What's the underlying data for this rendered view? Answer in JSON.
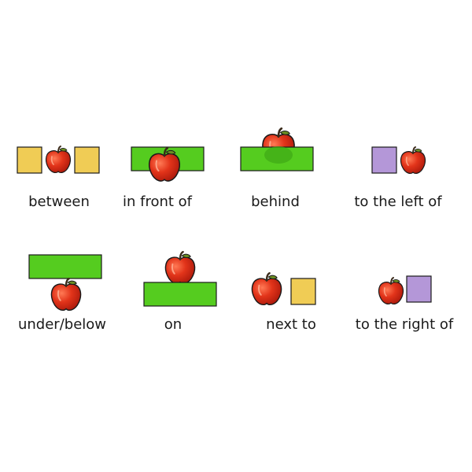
{
  "colors": {
    "yellow_box": "#f0cc55",
    "green_bar": "#55cc1f",
    "purple_box": "#b497d8",
    "apple_red": "#dd2a0e",
    "apple_dark": "#a8170a",
    "outline": "#1a1a1a"
  },
  "labels": {
    "between": "between",
    "in_front_of": "in front of",
    "behind": "behind",
    "to_the_left_of": "to the left of",
    "under_below": "under/below",
    "on": "on",
    "next_to": "next to",
    "to_the_right_of": "to the right of"
  },
  "icons": [
    "apple-icon",
    "yellow-square",
    "green-bar",
    "purple-square"
  ]
}
